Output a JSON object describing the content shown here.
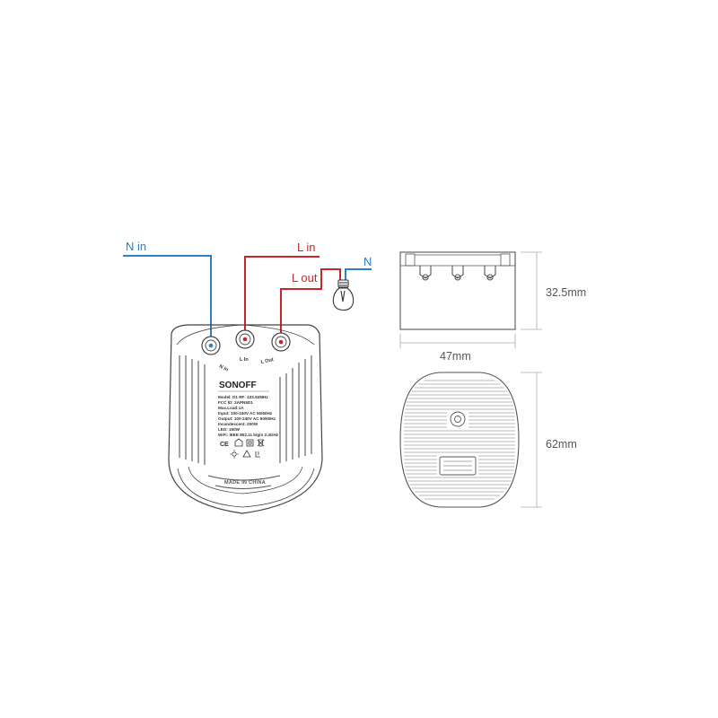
{
  "colors": {
    "neutral_wire": "#2f7fc1",
    "live_wire": "#c8262a",
    "outline": "#444444",
    "dimension": "#999999"
  },
  "wiring": {
    "n_in": "N in",
    "l_in": "L in",
    "l_out": "L out",
    "n": "N"
  },
  "device": {
    "terminals": [
      "N In",
      "L In",
      "L Out"
    ],
    "brand": "SONOFF",
    "label_lines": [
      "Model: D1      RF: 433.92MHz",
      "FCC ID: 2APN5D1",
      "Max.Load:1A",
      "Input: 100-240V AC 50/60Hz",
      "Output: 100-240V AC 50/60Hz",
      "Incandescent: 200W",
      "LED: 150W",
      "WiFi: IEEE 802.11 b/g/n 2.4GHz"
    ],
    "made_in": "MADE IN CHINA",
    "bulb_icon": "light-bulb-icon"
  },
  "dimensions": {
    "height": "32.5mm",
    "width": "47mm",
    "depth": "62mm"
  }
}
